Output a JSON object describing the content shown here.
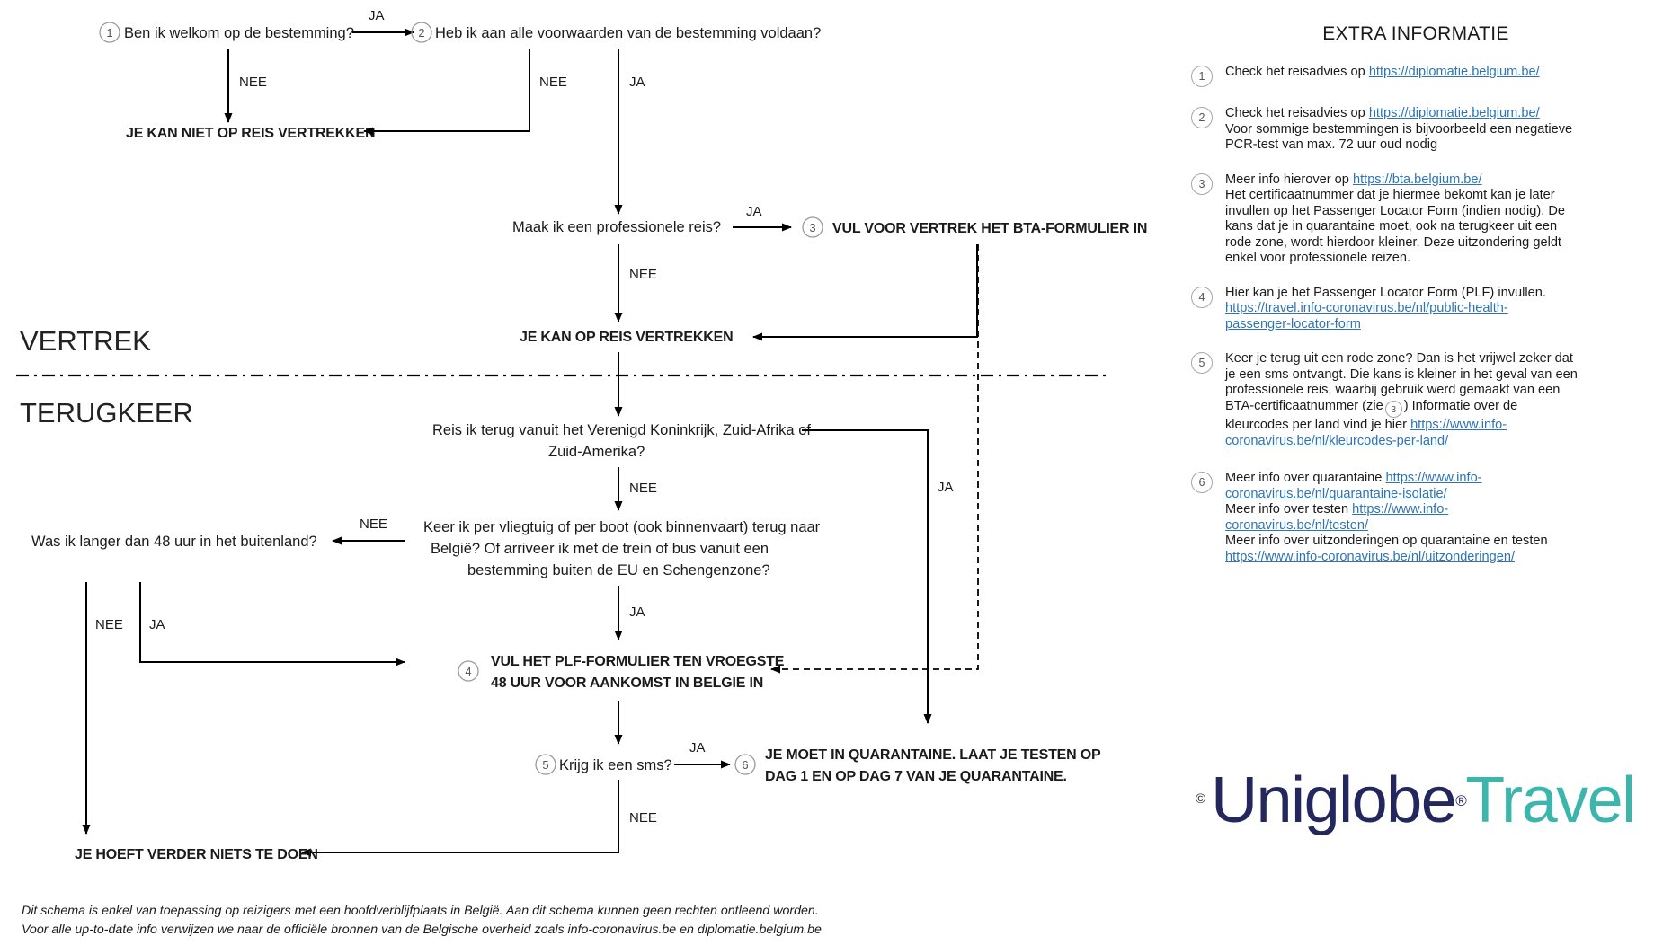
{
  "flow": {
    "section_labels": {
      "top": "VERTREK",
      "bottom": "TERUGKEER"
    },
    "nodes": {
      "q1": "Ben ik welkom op de bestemming?",
      "q2": "Heb ik aan alle voorwaarden van de bestemming voldaan?",
      "end_no_travel": "JE KAN NIET OP REIS VERTREKKEN",
      "q3": "Maak ik een professionele reis?",
      "bta": "VUL VOOR VERTREK HET BTA-FORMULIER IN",
      "can_travel": "JE KAN OP REIS VERTREKKEN",
      "q4_l1": "Reis ik terug vanuit het Verenigd Koninkrijk, Zuid-Afrika of",
      "q4_l2": "Zuid-Amerika?",
      "q5_l1": "Keer ik per vliegtuig of per boot (ook binnenvaart) terug naar",
      "q5_l2": "België? Of arriveer ik met de trein of bus vanuit een",
      "q5_l3": "bestemming buiten de EU en Schengenzone?",
      "q6": "Was ik langer dan 48 uur in het buitenland?",
      "plf_l1": "VUL HET PLF-FORMULIER TEN VROEGSTE",
      "plf_l2": "48 UUR VOOR AANKOMST IN BELGIE IN",
      "q7": "Krijg ik een sms?",
      "quarantine_l1": "JE MOET IN QUARANTAINE. LAAT JE TESTEN OP",
      "quarantine_l2": "DAG 1 EN OP DAG 7 VAN JE QUARANTAINE.",
      "nothing": "JE HOEFT VERDER NIETS TE DOEN"
    },
    "badges": {
      "n1": "1",
      "n2": "2",
      "n3": "3",
      "n4": "4",
      "n5": "5",
      "n6": "6"
    },
    "edges": {
      "ja": "JA",
      "nee": "NEE",
      "e1_ja": "JA",
      "e1_nee": "NEE",
      "e2_nee": "NEE",
      "e2_ja": "JA",
      "e3_ja": "JA",
      "e3_nee": "NEE",
      "e4_nee": "NEE",
      "e4_ja": "JA",
      "e5_nee": "NEE",
      "e5_ja": "JA",
      "e6_nee": "NEE",
      "e6_ja": "JA",
      "e7_ja": "JA",
      "e7_nee": "NEE"
    }
  },
  "info": {
    "title": "EXTRA INFORMATIE",
    "items": [
      {
        "badge": "1",
        "lines": [
          {
            "text": "Check het reisadvies op ",
            "link": "https://diplomatie.belgium.be/"
          }
        ]
      },
      {
        "badge": "2",
        "lines": [
          {
            "text": "Check het reisadvies op ",
            "link": "https://diplomatie.belgium.be/"
          },
          {
            "text": "Voor sommige bestemmingen is bijvoorbeeld een negatieve"
          },
          {
            "text": "PCR-test van max. 72 uur oud nodig"
          }
        ]
      },
      {
        "badge": "3",
        "lines": [
          {
            "text": "Meer info hierover op ",
            "link": "https://bta.belgium.be/"
          },
          {
            "text": "Het certificaatnummer dat je hiermee bekomt kan je later"
          },
          {
            "text": "invullen op het Passenger Locator Form (indien nodig).  De"
          },
          {
            "text": "kans dat je in quarantaine moet, ook na terugkeer uit een"
          },
          {
            "text": "rode zone, wordt hierdoor kleiner. Deze uitzondering geldt"
          },
          {
            "text": "enkel voor professionele reizen."
          }
        ]
      },
      {
        "badge": "4",
        "lines": [
          {
            "text": "Hier kan je het Passenger Locator Form (PLF) invullen."
          },
          {
            "text": "",
            "link": "https://travel.info-coronavirus.be/nl/public-health-"
          },
          {
            "text": "",
            "link": "passenger-locator-form"
          }
        ]
      },
      {
        "badge": "5",
        "lines": [
          {
            "text": "Keer je terug uit een rode zone? Dan is het vrijwel zeker dat"
          },
          {
            "text": "je een sms ontvangt. Die kans is kleiner in het geval van een"
          },
          {
            "text": "professionele reis, waarbij gebruik werd gemaakt van een"
          },
          {
            "text": "BTA-certificaatnummer (zie",
            "inline_badge": "3",
            "text_after": ") Informatie over de"
          },
          {
            "text": "kleurcodes per land vind je hier ",
            "link": "https://www.info-"
          },
          {
            "text": "",
            "link": "coronavirus.be/nl/kleurcodes-per-land/"
          }
        ]
      },
      {
        "badge": "6",
        "lines": [
          {
            "text": "Meer info over quarantaine ",
            "link": "https://www.info-"
          },
          {
            "text": "",
            "link": "coronavirus.be/nl/quarantaine-isolatie/"
          },
          {
            "text": "Meer info over testen ",
            "link": "https://www.info-"
          },
          {
            "text": "",
            "link": "coronavirus.be/nl/testen/"
          },
          {
            "text": "Meer info over uitzonderingen op quarantaine en testen"
          },
          {
            "text": "",
            "link": "https://www.info-coronavirus.be/nl/uitzonderingen/"
          }
        ]
      }
    ]
  },
  "logo": {
    "copyright": "©",
    "word1": "Uniglobe",
    "reg": "®",
    "word2": "Travel"
  },
  "footer": {
    "line1": "Dit schema is enkel van toepassing op reizigers met een hoofdverblijfplaats in België. Aan dit schema kunnen geen rechten ontleend worden.",
    "line2": "Voor alle up-to-date info verwijzen we naar de officiële bronnen van de Belgische overheid zoals info-coronavirus.be en diplomatie.belgium.be"
  },
  "colors": {
    "link": "#2e74b5",
    "logo_navy": "#23275e",
    "logo_teal": "#3cb6ad",
    "line": "#000000",
    "badge_stroke": "#9a9a9a"
  }
}
